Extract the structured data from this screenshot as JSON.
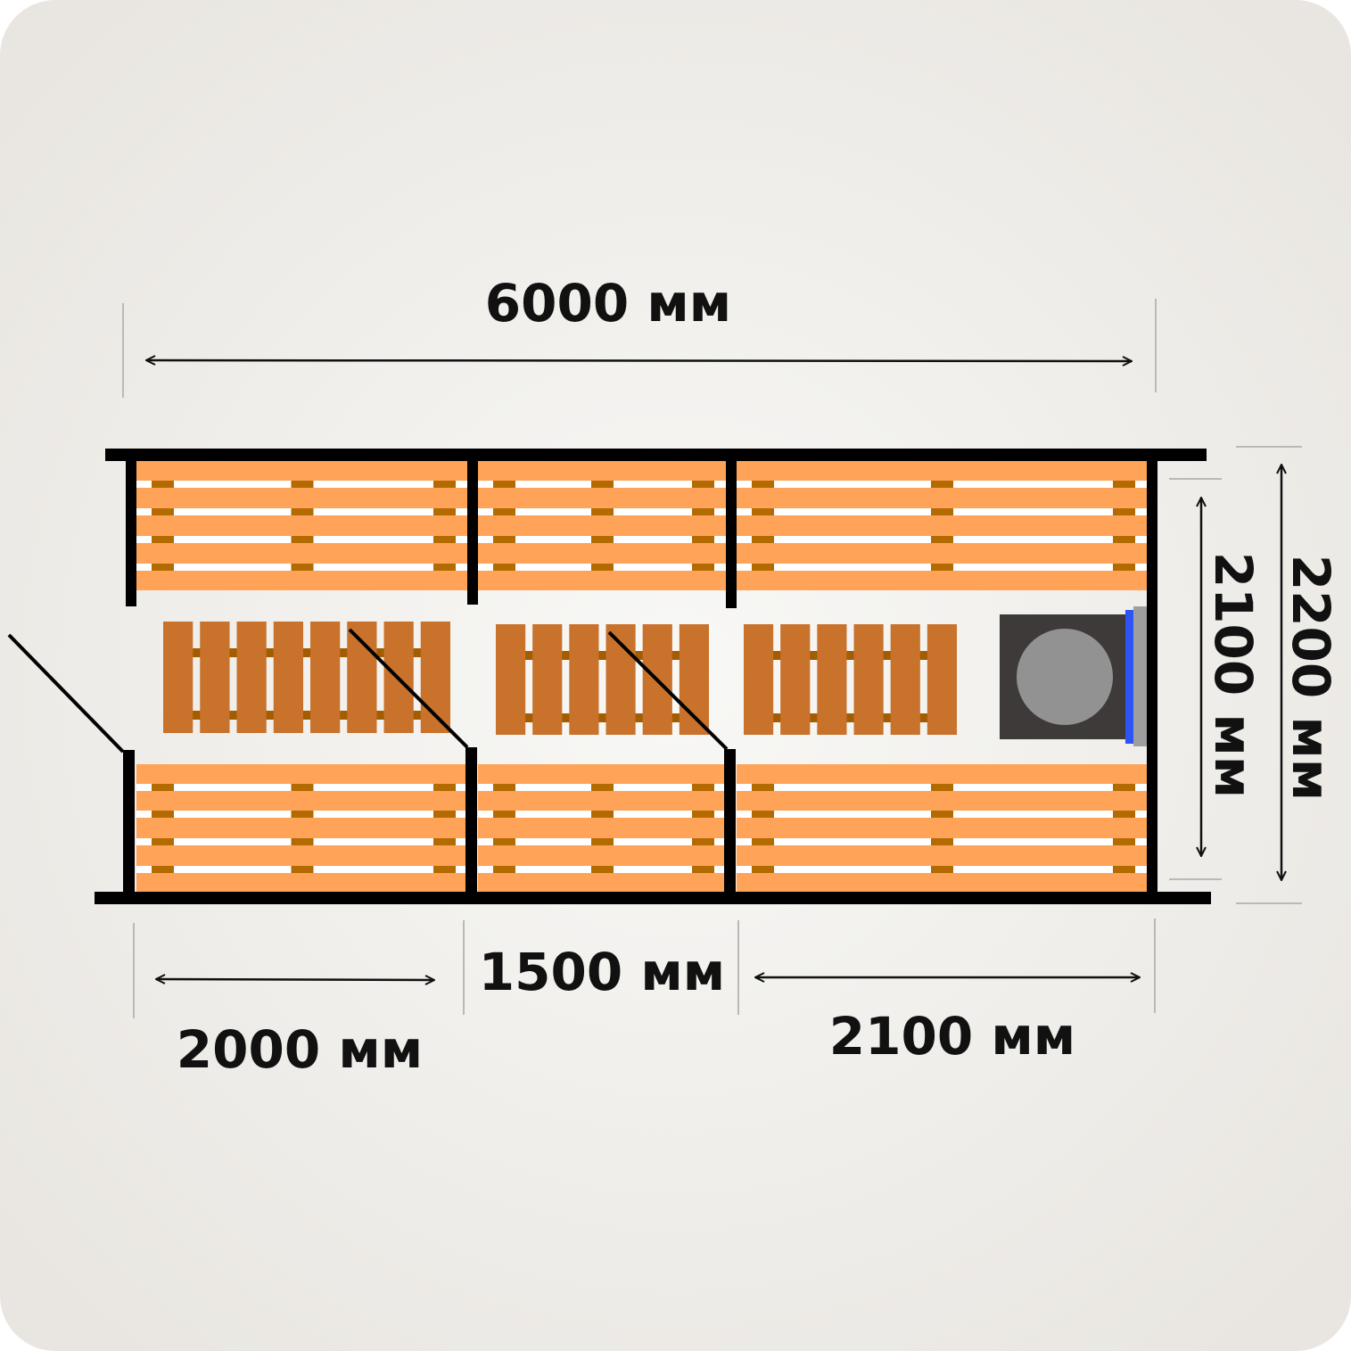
{
  "title": "Floor plan with dimensions",
  "dimensions": {
    "total_length": "6000 мм",
    "section_1": "2000 мм",
    "section_2": "1500 мм",
    "section_3": "2100 мм",
    "inner_width": "2100 мм",
    "outer_width": "2200 мм"
  },
  "colors": {
    "background": "#ecebe7",
    "wall": "#000000",
    "bench": "#fea357",
    "bench_gap": "#ffffff",
    "bench_peg": "#b36a00",
    "floor_grate": "#c8722c",
    "floor_peg": "#a35c00",
    "stove_body": "#3d3a39",
    "stove_top": "#929292",
    "stove_accent": "#2f54f5",
    "stove_back": "#9e9e9e"
  }
}
